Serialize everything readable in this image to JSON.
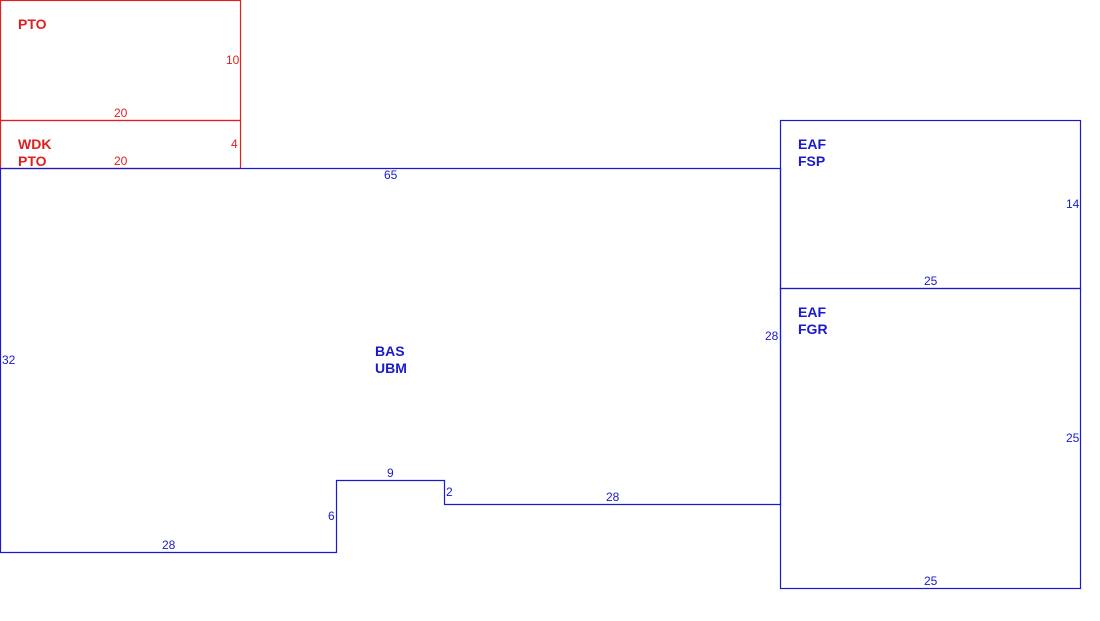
{
  "colors": {
    "red": "#e02020",
    "blue": "#1a1acc",
    "background": "#ffffff"
  },
  "areas": {
    "pto_top": {
      "label": "PTO",
      "dim_right": "10",
      "dim_bottom": "20"
    },
    "wdk_pto": {
      "label_1": "WDK",
      "label_2": "PTO",
      "dim_right": "4",
      "dim_bottom": "20"
    },
    "bas_ubm": {
      "label_1": "BAS",
      "label_2": "UBM",
      "dim_top": "65",
      "dim_left": "32",
      "dim_right": "28",
      "dim_bottom_left": "28",
      "dim_step_vertical": "6",
      "dim_step_horizontal": "9",
      "dim_step_small": "2",
      "dim_bottom_right": "28"
    },
    "eaf_fsp": {
      "label_1": "EAF",
      "label_2": "FSP",
      "dim_right": "14",
      "dim_bottom": "25"
    },
    "eaf_fgr": {
      "label_1": "EAF",
      "label_2": "FGR",
      "dim_right": "25",
      "dim_bottom": "25"
    }
  }
}
